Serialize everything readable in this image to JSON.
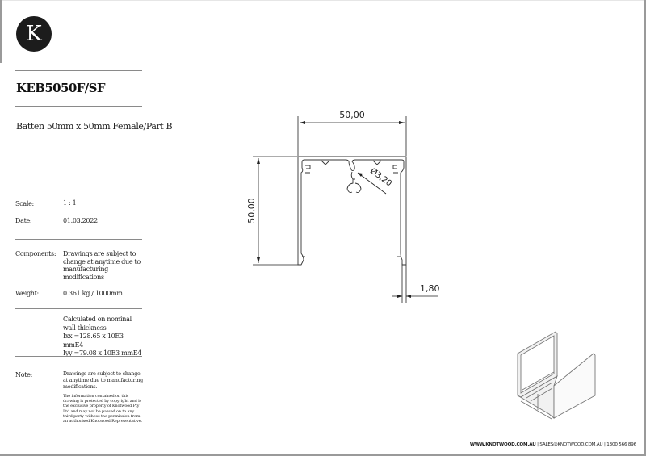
{
  "brand": {
    "logo_letter": "K",
    "logo_bg_color": "#1c1c1c"
  },
  "title_block": {
    "product_code": "KEB5050F/SF",
    "description": "Batten 50mm x 50mm Female/Part B",
    "scale_label": "Scale:",
    "scale_value": "1 : 1",
    "date_label": "Date:",
    "date_value": "01.03.2022",
    "components_label": "Components:",
    "components_value": "Drawings are subject to change at anytime due to manufacturing modifications",
    "weight_label": "Weight:",
    "weight_value": "0.361 kg / 1000mm",
    "calc_line1": "Calculated on nominal",
    "calc_line2": "wall thickness",
    "ixx": "Ixx =128.65 x 10E3 mmE4",
    "iyy": "Iyy =79.08 x 10E3 mmE4",
    "note_label": "Note:",
    "note_value": "Drawings are subject to change at anytime due to manufacturing modifications.",
    "copyright_text": "The information contained on this drawing is protected by copyright and is the exclusive property of Knotwood Pty Ltd and may not be passed on to any third party without the permission from an authorised Knotwood Representative."
  },
  "drawing": {
    "width_dim": "50,00",
    "height_dim": "50,00",
    "diameter_dim": "Ø3,20",
    "wall_dim": "1,80"
  },
  "footer": {
    "website": "WWW.KNOTWOOD.COM.AU",
    "separator": " | ",
    "email": "SALES@KNOTWOOD.COM.AU",
    "phone": "1300 566 896"
  }
}
